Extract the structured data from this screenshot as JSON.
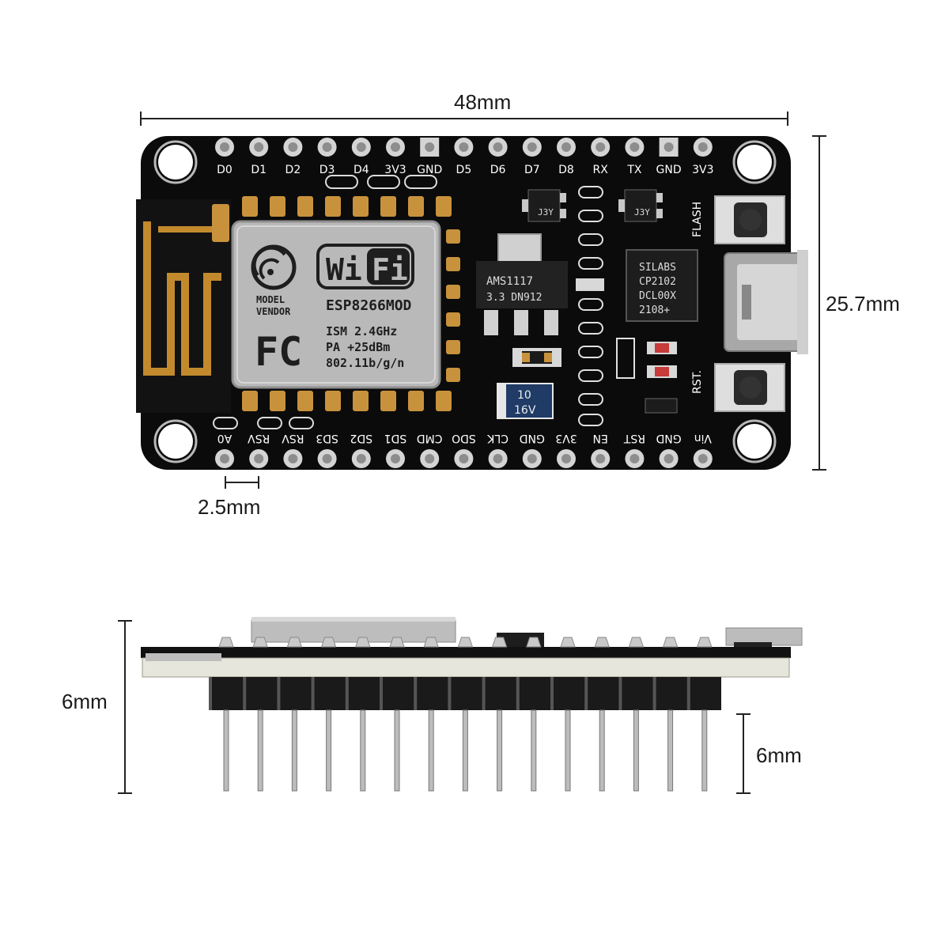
{
  "dimensions": {
    "width": "48mm",
    "height": "25.7mm",
    "pin_pitch": "2.5mm",
    "side_height": "6mm",
    "pin_length": "6mm"
  },
  "top_pins": [
    "D0",
    "D1",
    "D2",
    "D3",
    "D4",
    "3V3",
    "GND",
    "D5",
    "D6",
    "D7",
    "D8",
    "RX",
    "TX",
    "GND",
    "3V3"
  ],
  "bottom_pins": [
    "A0",
    "RSV",
    "RSV",
    "SD3",
    "SD2",
    "SD1",
    "CMD",
    "SDO",
    "CLK",
    "GND",
    "3V3",
    "EN",
    "RST",
    "GND",
    "Vin"
  ],
  "button_labels": {
    "flash": "FLASH",
    "reset": "RST."
  },
  "module": {
    "wifi_a": "Wi",
    "wifi_b": "Fi",
    "model": "ESP8266MOD",
    "vendor_line1": "MODEL",
    "vendor_line2": "VENDOR",
    "fc": "FC",
    "spec1": "ISM 2.4GHz",
    "spec2": "PA  +25dBm",
    "spec3": "802.11b/g/n"
  },
  "regulator": {
    "line1": "AMS1117",
    "line2": "3.3  DN912"
  },
  "usb_chip": {
    "line1": "SILABS",
    "line2": "CP2102",
    "line3": "DCL00X",
    "line4": "2108+"
  },
  "capacitor": {
    "line1": "10",
    "line2": "16V"
  },
  "transistor_label": "J3Y",
  "colors": {
    "pcb": "#0b0b0b",
    "pin_silver": "#c8c8c8",
    "pad_gold": "#c8923c",
    "module_shield": "#b9b9b9"
  }
}
